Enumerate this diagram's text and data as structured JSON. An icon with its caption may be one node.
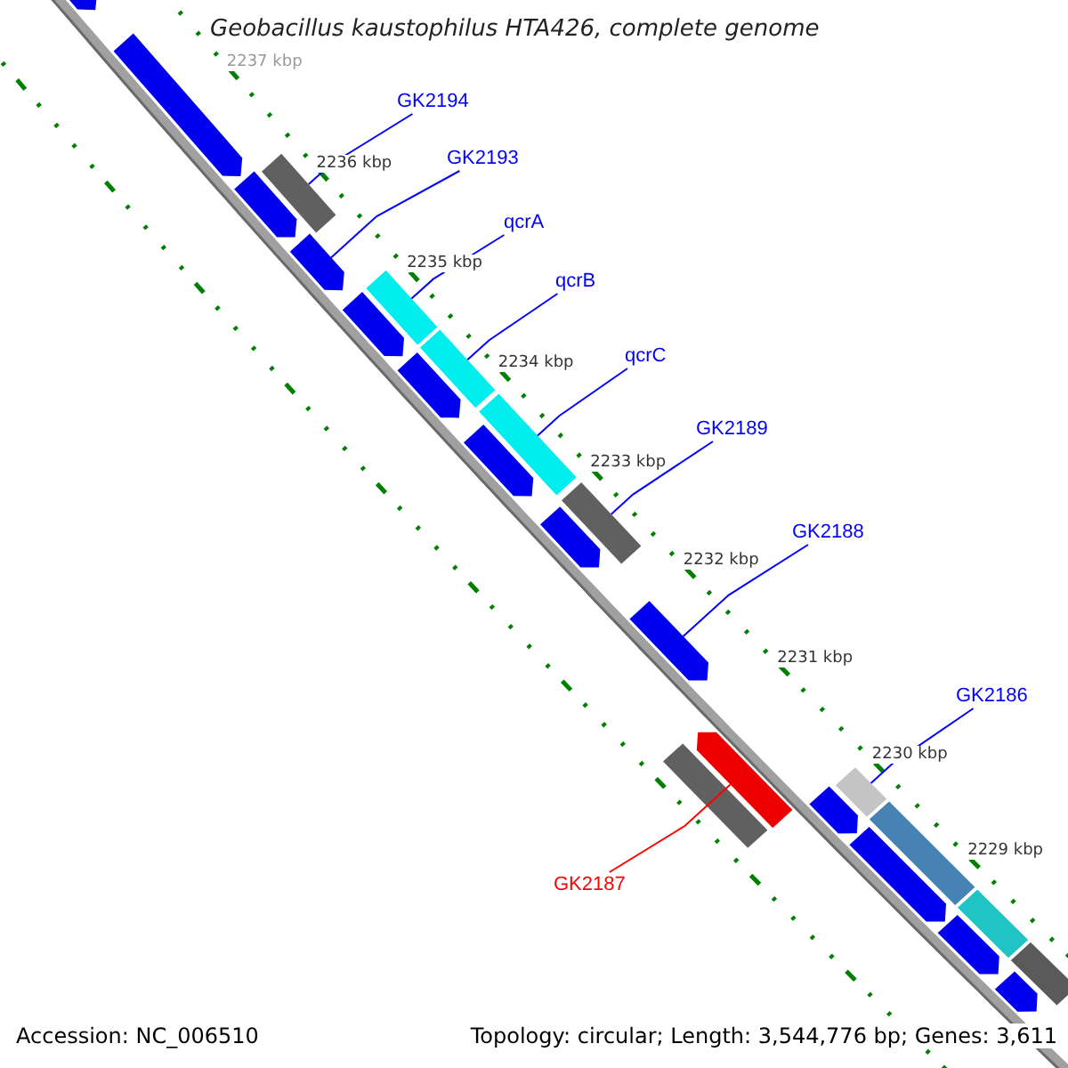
{
  "diagram": {
    "title": "Geobacillus kaustophilus HTA426, complete genome",
    "nodes": [
      {
        "text": [
          "GK2194"
        ]
      },
      {
        "text": [],
        "shape": "bar"
      },
      {
        "text": [
          "GK2193"
        ]
      },
      {
        "text": [],
        "shape": "arrow"
      },
      {
        "text": [
          "qcrA"
        ]
      },
      {
        "text": [],
        "shape": "bar"
      },
      {
        "text": [
          "qcrB"
        ]
      },
      {
        "text": [],
        "shape": "bar"
      },
      {
        "text": [
          "qcrC"
        ]
      },
      {
        "text": [],
        "shape": "bar"
      },
      {
        "text": [
          "GK2189"
        ]
      },
      {
        "text": [],
        "shape": "bar"
      },
      {
        "text": [
          "GK2188"
        ]
      },
      {
        "text": [],
        "shape": "arrow"
      },
      {
        "text": [
          "GK2186"
        ]
      },
      {
        "text": [],
        "shape": "bar"
      },
      {
        "text": [
          "GK2187"
        ]
      },
      {
        "text": [],
        "shape": "arrow"
      },
      {
        "text": [],
        "shape": "arrow"
      },
      {
        "text": [],
        "shape": "arrow"
      },
      {
        "text": [],
        "shape": "arrow"
      },
      {
        "text": [],
        "shape": "arrow"
      },
      {
        "text": [],
        "shape": "arrow"
      },
      {
        "text": [],
        "shape": "arrow"
      },
      {
        "text": [],
        "shape": "arrow"
      },
      {
        "text": [],
        "shape": "bar"
      },
      {
        "text": [],
        "shape": "arrow"
      },
      {
        "text": [],
        "shape": "bar"
      },
      {
        "text": [],
        "shape": "arrow"
      },
      {
        "text": [],
        "shape": "bar"
      },
      {
        "text": [],
        "shape": "arrow"
      },
      {
        "text": [],
        "shape": "bar"
      },
      {
        "text": [],
        "shape": "arrow"
      }
    ],
    "edges": [
      {
        "from": 0,
        "to": 1,
        "arrow": "none"
      },
      {
        "from": 2,
        "to": 3,
        "arrow": "none"
      },
      {
        "from": 4,
        "to": 5,
        "arrow": "none"
      },
      {
        "from": 6,
        "to": 7,
        "arrow": "none"
      },
      {
        "from": 8,
        "to": 9,
        "arrow": "none"
      },
      {
        "from": 10,
        "to": 11,
        "arrow": "none"
      },
      {
        "from": 12,
        "to": 13,
        "arrow": "none"
      },
      {
        "from": 14,
        "to": 15,
        "arrow": "none"
      },
      {
        "from": 16,
        "to": 17,
        "arrow": "none",
        "color": "#ff0000"
      }
    ],
    "labels": [
      "2237 kbp",
      "2236 kbp",
      "2235 kbp",
      "2234 kbp",
      "2233 kbp",
      "2232 kbp",
      "2231 kbp",
      "2230 kbp",
      "2229 kbp",
      "Accession: NC_006510",
      "Topology: circular; Length: 3,544,776 bp; Genes: 3,611"
    ]
  }
}
